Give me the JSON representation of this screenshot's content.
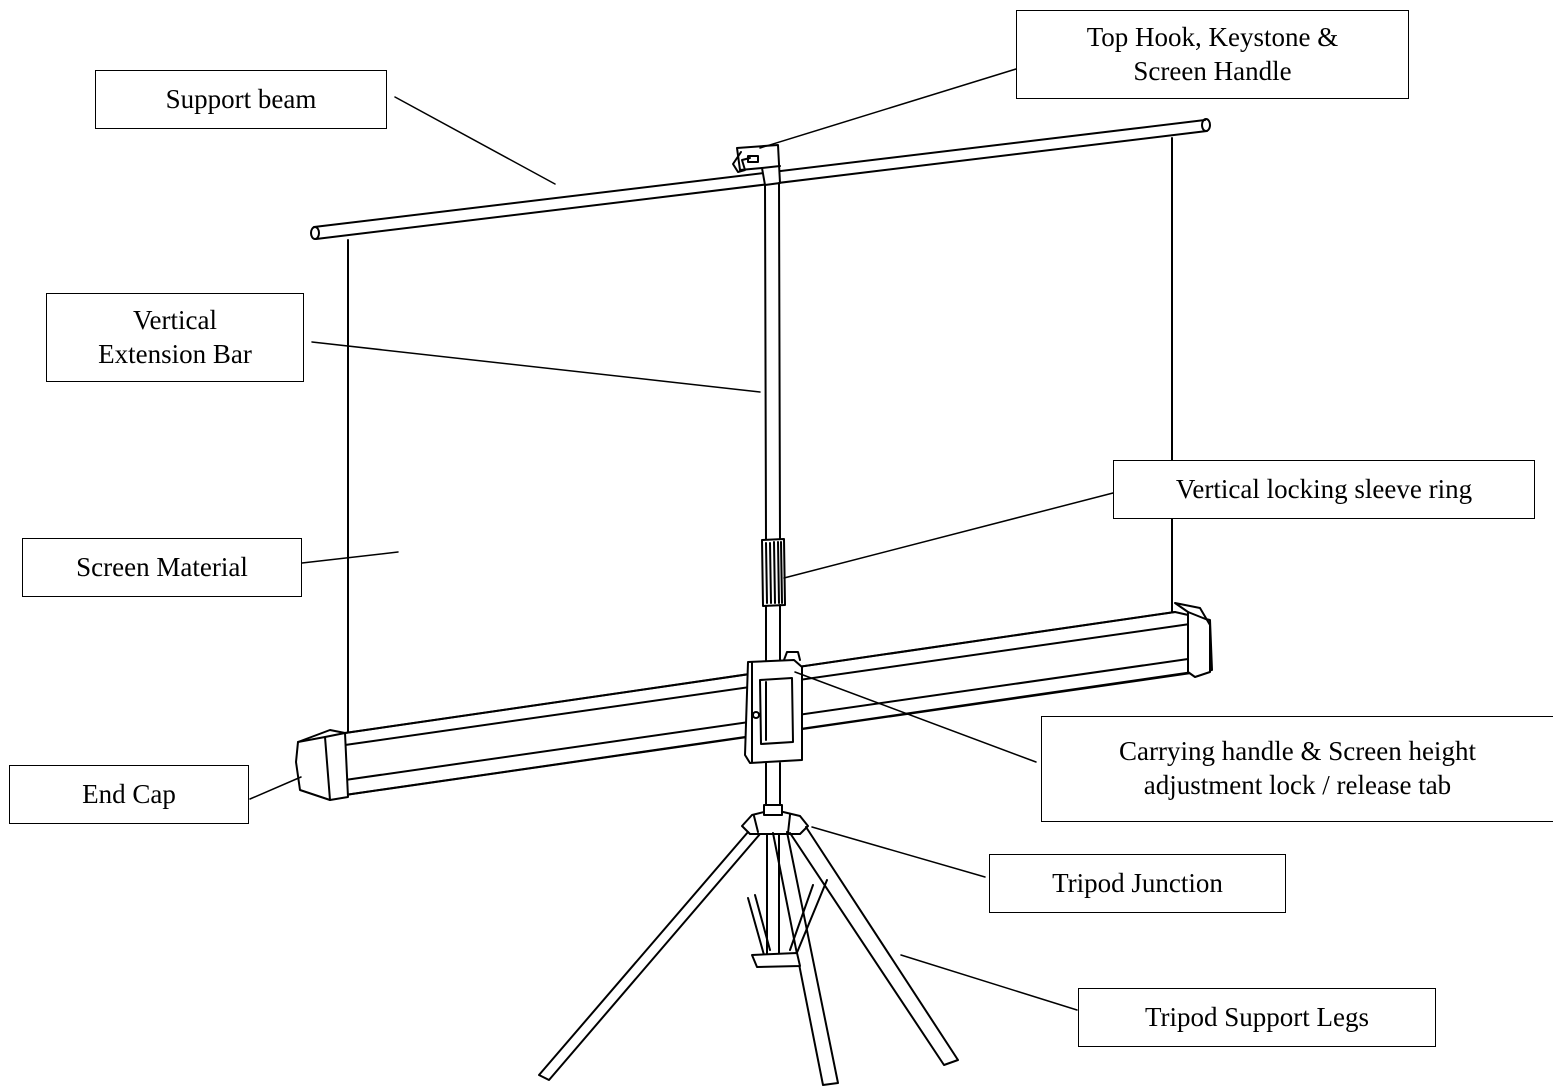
{
  "labels": {
    "support_beam": "Support beam",
    "top_hook": [
      "Top Hook, Keystone &",
      "Screen Handle"
    ],
    "vertical_extension": [
      "Vertical",
      "Extension Bar"
    ],
    "locking_sleeve": "Vertical locking sleeve ring",
    "screen_material": "Screen Material",
    "carrying_handle": [
      "Carrying handle & Screen height",
      "adjustment lock / release tab"
    ],
    "end_cap": "End Cap",
    "tripod_junction": "Tripod Junction",
    "tripod_legs": "Tripod Support Legs"
  },
  "colors": {
    "line": "#000000",
    "background": "#ffffff"
  }
}
